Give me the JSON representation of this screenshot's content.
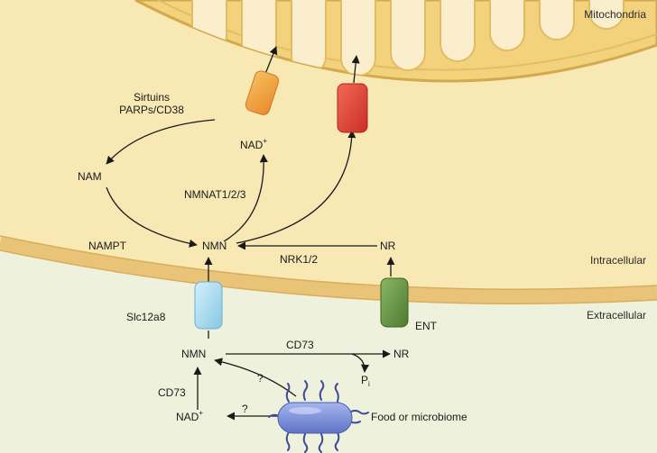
{
  "regions": {
    "mitochondria": "Mitochondria",
    "intracellular": "Intracellular",
    "extracellular": "Extracellular"
  },
  "nodes": {
    "nad_mito": "NAD",
    "nad_mito_sup": "+",
    "nam": "NAM",
    "nmn_intra": "NMN",
    "nr_intra": "NR",
    "nmn_extra": "NMN",
    "nr_extra": "NR",
    "nad_extra": "NAD",
    "nad_extra_sup": "+",
    "pi": "P",
    "pi_sub": "i"
  },
  "enzymes": {
    "sirtuins": "Sirtuins",
    "parps_cd38": "PARPs/CD38",
    "nmnat": "NMNAT1/2/3",
    "nampt": "NAMPT",
    "nrk": "NRK1/2",
    "cd73_top": "CD73",
    "cd73_left": "CD73",
    "question_upper": "?",
    "question_lower": "?"
  },
  "transporters": {
    "slc12a8": "Slc12a8",
    "ent": "ENT"
  },
  "source": {
    "label": "Food or microbiome"
  },
  "colors": {
    "intracellular_bg": "#f7e8b4",
    "extracellular_bg": "#eef1dc",
    "membrane": "#e9c478",
    "mito_body": "#f2d27d",
    "mito_inner": "#fbeecc",
    "transporter_orange": "#f0a23a",
    "transporter_red": "#e0443a",
    "transporter_blue": "#a9dcef",
    "transporter_green": "#6a9a45",
    "bacterium": "#7a8fd6",
    "flagella": "#3c4a99"
  }
}
